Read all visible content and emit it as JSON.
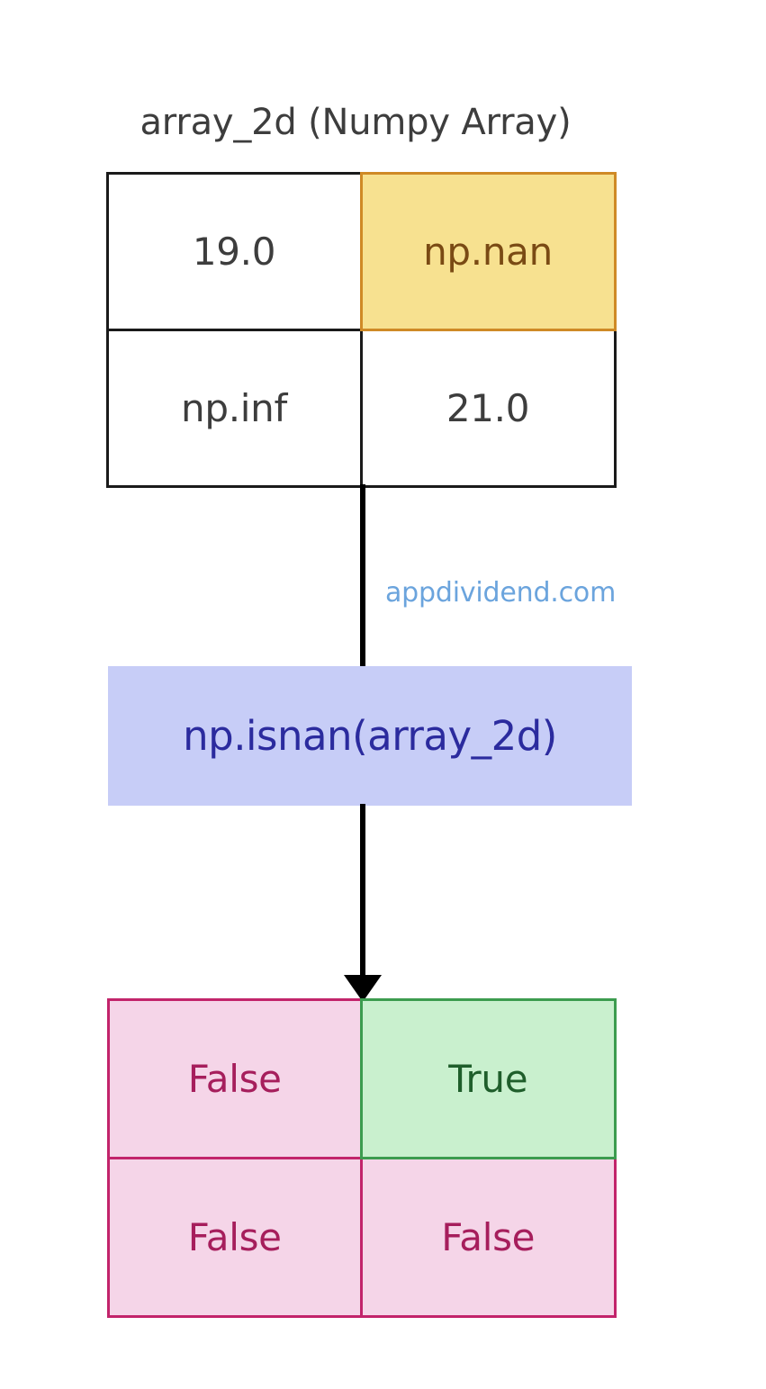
{
  "diagram": {
    "title": "array_2d (Numpy Array)",
    "watermark": "appdividend.com",
    "colors": {
      "background": "#ffffff",
      "text_dark": "#3d3d3d",
      "nan_fill": "#f7e190",
      "nan_border": "#cf8a26",
      "nan_text": "#7a4a14",
      "array_border": "#1a1a1a",
      "function_fill": "#c7cdf7",
      "function_text": "#2b2b9e",
      "false_fill": "#f5d5e8",
      "false_border": "#c2246b",
      "false_text": "#a61e5c",
      "true_fill": "#c9f0ce",
      "true_border": "#3c9c4f",
      "true_text": "#1f5e2b",
      "connector": "#000000",
      "watermark": "#6ba4dd"
    }
  },
  "input_array": {
    "label": "array_2d (Numpy Array)",
    "cells": [
      {
        "value": "19.0",
        "highlight": "none"
      },
      {
        "value": "np.nan",
        "highlight": "nan"
      },
      {
        "value": "np.inf",
        "highlight": "none"
      },
      {
        "value": "21.0",
        "highlight": "none"
      }
    ]
  },
  "function": {
    "expression": "np.isnan(array_2d)"
  },
  "output_array": {
    "cells": [
      {
        "value": "False",
        "highlight": "false"
      },
      {
        "value": "True",
        "highlight": "true"
      },
      {
        "value": "False",
        "highlight": "false"
      },
      {
        "value": "False",
        "highlight": "false"
      }
    ]
  }
}
